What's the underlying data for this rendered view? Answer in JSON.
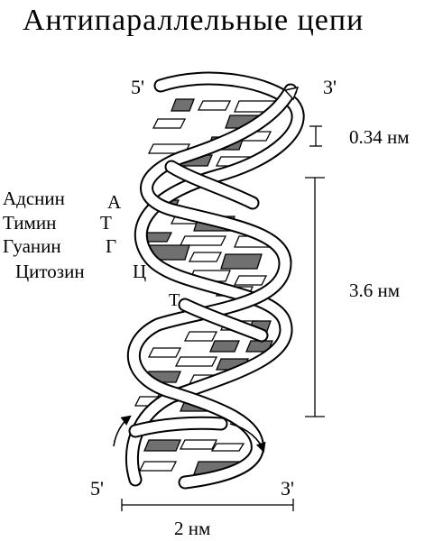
{
  "title": "Антипараллельные цепи",
  "strand_ends": {
    "top_left": "5'",
    "top_right": "3'",
    "bottom_left": "5'",
    "bottom_right": "3'"
  },
  "dimensions": {
    "base_pair_rise": "0.34 нм",
    "helix_pitch": "3.6 нм",
    "diameter": "2 нм"
  },
  "legend": [
    {
      "name": "Адснин",
      "letter": "А"
    },
    {
      "name": "Тимин",
      "letter": "Т"
    },
    {
      "name": "Гуанин",
      "letter": "Г"
    },
    {
      "name": "Цитозин",
      "letter": "Ц"
    }
  ],
  "extra_label": "Т",
  "colors": {
    "dark_base": "#707070",
    "line": "#000000",
    "background": "#ffffff"
  }
}
